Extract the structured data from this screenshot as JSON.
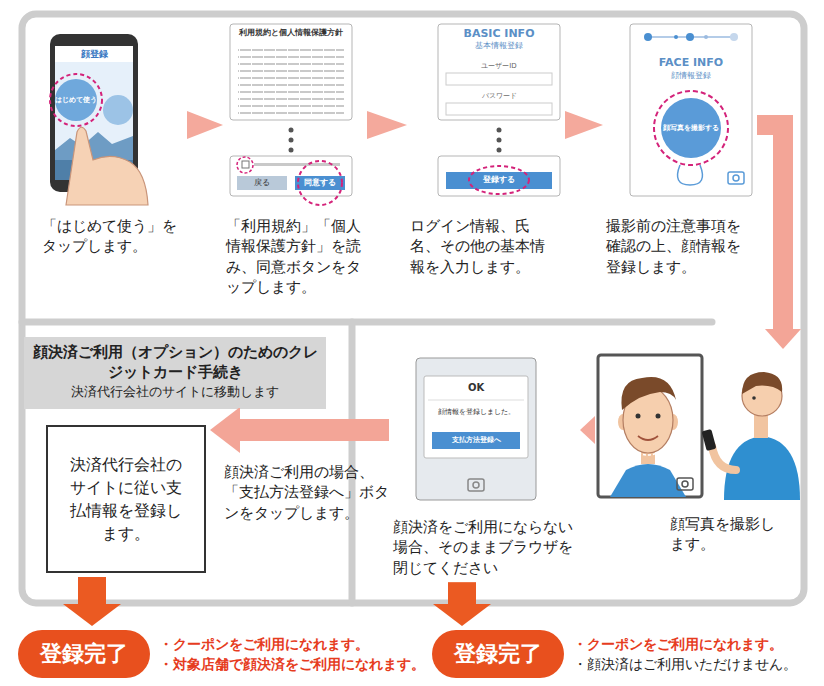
{
  "diagram": {
    "nodes": [
      {
        "text": [
          "「はじめて使う」をタップします。"
        ]
      },
      {
        "text": [
          "「利用規約」「個人情報保護方針」を読み、同意ボタンをタップします。"
        ]
      },
      {
        "text": [
          "ログイン情報、氏名、その他の基本情報を入力します。"
        ]
      },
      {
        "text": [
          "撮影前の注意事項を確認の上、顔情報を登録します。"
        ]
      },
      {
        "text": [
          "顔写真を撮影します。"
        ]
      },
      {
        "text": [
          "顔決済をご利用にならない場合、そのままブラウザを閉じてください"
        ]
      },
      {
        "text": [
          "顔決済ご利用（オプション）のためのクレジットカード手続き",
          "決済代行会社のサイトに移動します"
        ]
      },
      {
        "text": [
          "決済代行会社のサイトに従い支払情報を登録します。"
        ],
        "in": 6
      },
      {
        "text": [
          "登録完了",
          "・クーポンをご利用になれます。",
          "・対象店舗で顔決済をご利用になれます。"
        ]
      },
      {
        "text": [
          "登録完了",
          "・クーポンをご利用になれます。",
          "・顔決済はご利用いただけません。"
        ]
      }
    ],
    "edges": [
      {
        "from": 0,
        "to": 1,
        "arrow": "to"
      },
      {
        "from": 1,
        "to": 2,
        "arrow": "to"
      },
      {
        "from": 2,
        "to": 3,
        "arrow": "to"
      },
      {
        "from": 3,
        "to": 4,
        "arrow": "to"
      },
      {
        "from": 4,
        "to": 5,
        "arrow": "to"
      },
      {
        "from": 5,
        "to": 7,
        "label": "顔決済ご利用の場合、「支払方法登録へ」ボタンをタップします。",
        "arrow": "to"
      },
      {
        "from": 7,
        "to": 8,
        "arrow": "to"
      },
      {
        "from": 5,
        "to": 9,
        "arrow": "to"
      }
    ],
    "labels": [
      "顔登録",
      "はじめて使う",
      "利用規約と個人情報保護方針",
      "戻る",
      "同意する",
      "BASIC INFO",
      "基本情報登録",
      "ユーザーID",
      "パスワード",
      "登録する",
      "FACE INFO",
      "顔情報登録",
      "顔写真を撮影する",
      "OK",
      "顔情報を登録しました。",
      "支払方法登録へ"
    ]
  }
}
